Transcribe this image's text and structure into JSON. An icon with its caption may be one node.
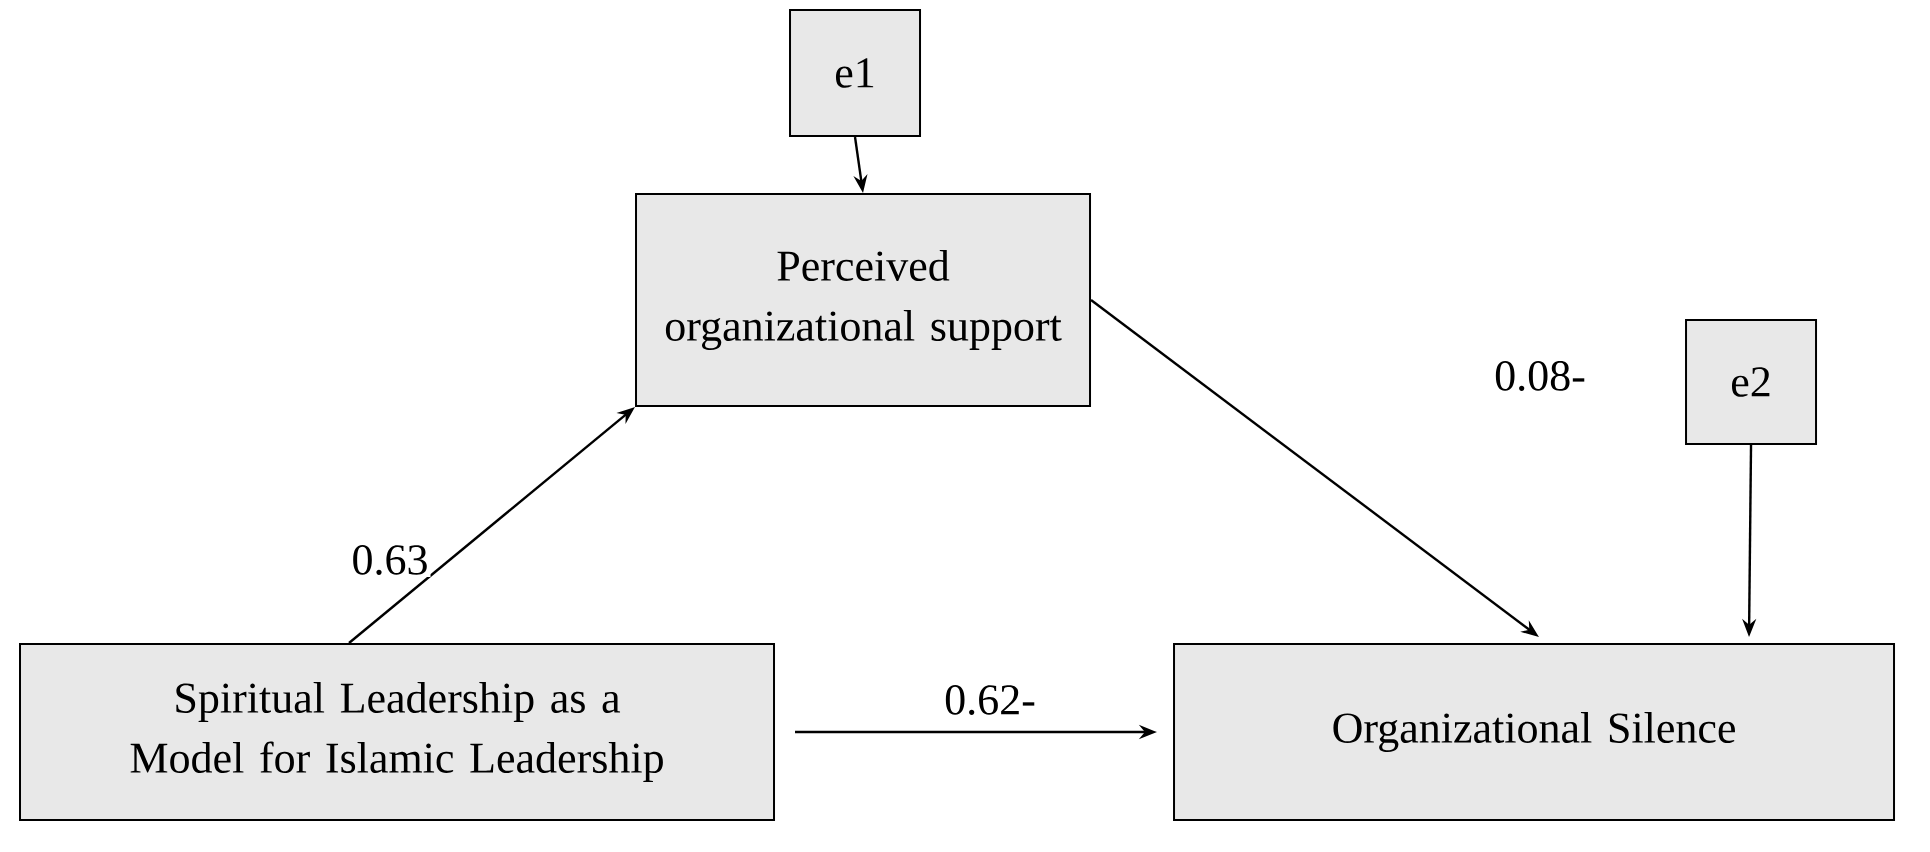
{
  "diagram": {
    "nodes": [
      {
        "text": [
          "e1"
        ]
      },
      {
        "text": [
          "Perceived organizational support"
        ]
      },
      {
        "text": [
          "e2"
        ]
      },
      {
        "text": [
          "Spiritual Leadership as a Model for Islamic Leadership"
        ]
      },
      {
        "text": [
          "Organizational Silence"
        ]
      }
    ],
    "edges": [
      {
        "from": 0,
        "to": 1,
        "arrow": "to"
      },
      {
        "from": 3,
        "to": 1,
        "arrow": "to",
        "label": "0.63"
      },
      {
        "from": 1,
        "to": 4,
        "arrow": "to",
        "label": "0.08-"
      },
      {
        "from": 2,
        "to": 4,
        "arrow": "to"
      },
      {
        "from": 3,
        "to": 4,
        "arrow": "to",
        "label": "0.62-"
      }
    ]
  }
}
